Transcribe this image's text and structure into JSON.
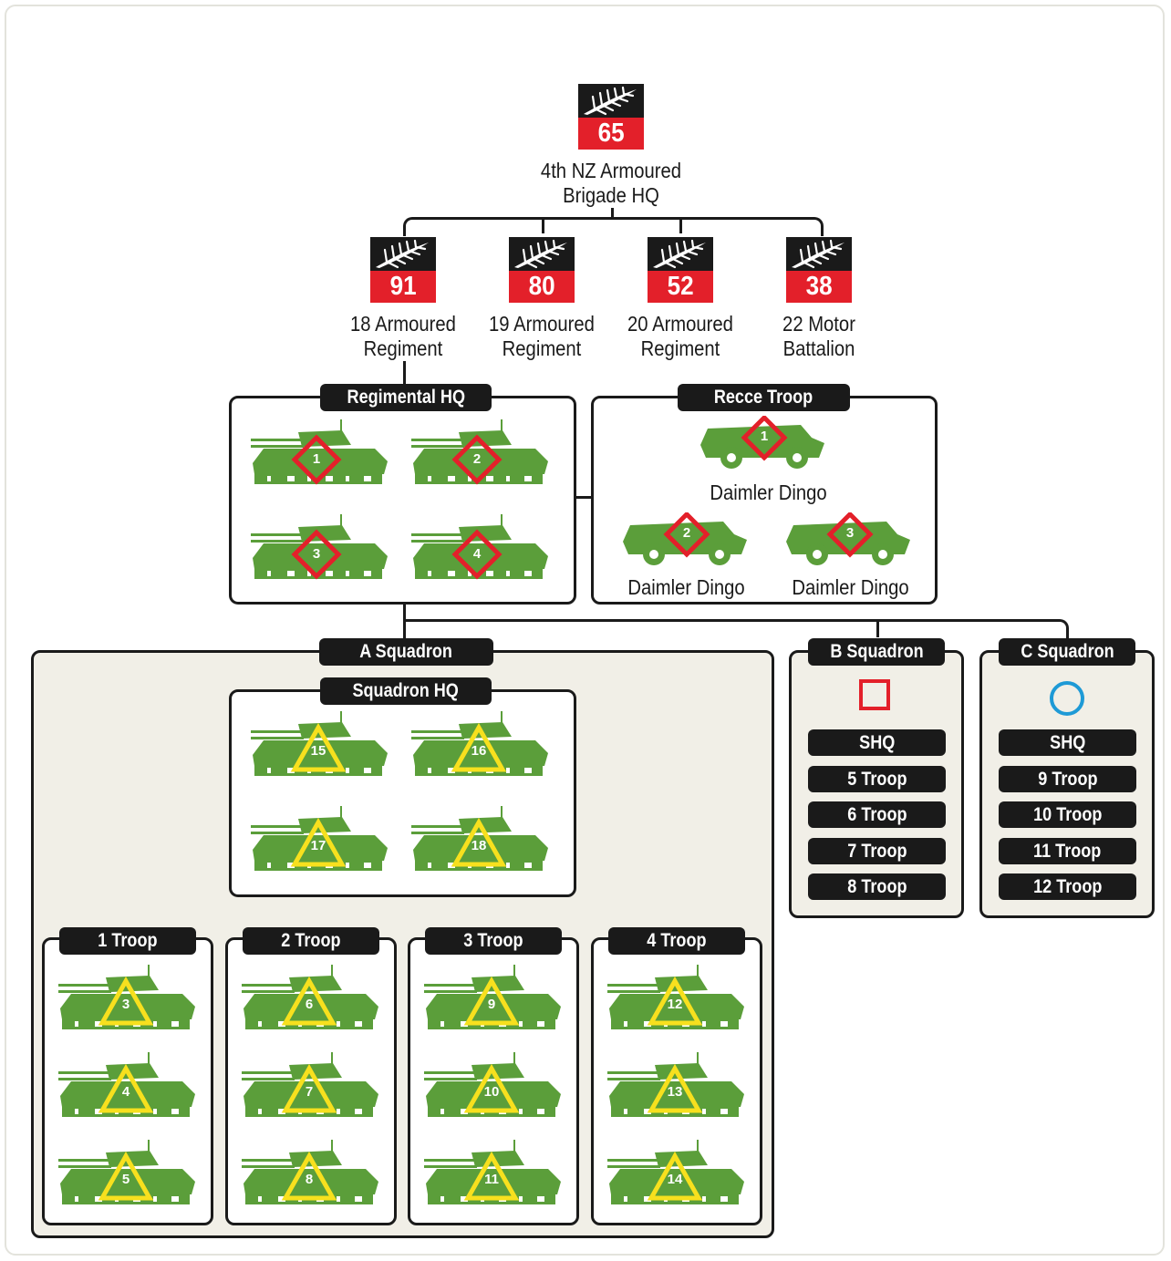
{
  "colors": {
    "black": "#1a1a1a",
    "red": "#e3202a",
    "green": "#5b9e3a",
    "yellow": "#f7e01e",
    "blue": "#1e9ad6",
    "beige": "#f1efe7"
  },
  "icons": {
    "badge": "fern-icon",
    "tank": "tank-icon",
    "car": "armoured-car-icon"
  },
  "brigade": {
    "badge": "65",
    "name_line1": "4th NZ Armoured",
    "name_line2": "Brigade HQ"
  },
  "units": [
    {
      "badge": "91",
      "line1": "18 Armoured",
      "line2": "Regiment"
    },
    {
      "badge": "80",
      "line1": "19 Armoured",
      "line2": "Regiment"
    },
    {
      "badge": "52",
      "line1": "20 Armoured",
      "line2": "Regiment"
    },
    {
      "badge": "38",
      "line1": "22 Motor",
      "line2": "Battalion"
    }
  ],
  "regimental_hq": {
    "title": "Regimental HQ",
    "tanks": [
      "1",
      "2",
      "3",
      "4"
    ]
  },
  "recce_troop": {
    "title": "Recce Troop",
    "vehicles": [
      {
        "num": "1",
        "label": "Daimler Dingo"
      },
      {
        "num": "2",
        "label": "Daimler Dingo"
      },
      {
        "num": "3",
        "label": "Daimler Dingo"
      }
    ]
  },
  "a_squadron": {
    "title": "A Squadron",
    "hq": {
      "title": "Squadron HQ",
      "tanks": [
        "15",
        "16",
        "17",
        "18"
      ]
    },
    "troops": [
      {
        "title": "1 Troop",
        "tanks": [
          "3",
          "4",
          "5"
        ]
      },
      {
        "title": "2 Troop",
        "tanks": [
          "6",
          "7",
          "8"
        ]
      },
      {
        "title": "3 Troop",
        "tanks": [
          "9",
          "10",
          "11"
        ]
      },
      {
        "title": "4 Troop",
        "tanks": [
          "12",
          "13",
          "14"
        ]
      }
    ]
  },
  "b_squadron": {
    "title": "B Squadron",
    "symbol": "square",
    "items": [
      "SHQ",
      "5 Troop",
      "6 Troop",
      "7 Troop",
      "8 Troop"
    ]
  },
  "c_squadron": {
    "title": "C Squadron",
    "symbol": "circle",
    "items": [
      "SHQ",
      "9 Troop",
      "10 Troop",
      "11 Troop",
      "12 Troop"
    ]
  }
}
